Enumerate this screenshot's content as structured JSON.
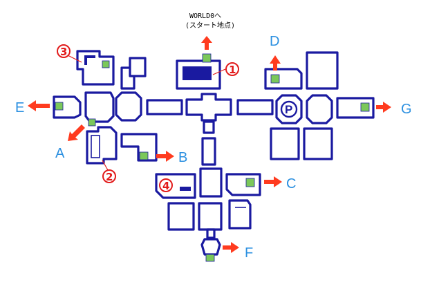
{
  "colors": {
    "wall": "#1a1aa0",
    "exit_marker": "#7bc85a",
    "arrow": "#ff3b1f",
    "exit_label": "#2a8fe0",
    "marker": "#e21b1b"
  },
  "world_exit": {
    "line1": "WORLD0へ",
    "line2": "(スタート地点)"
  },
  "exits": {
    "A": "A",
    "B": "B",
    "C": "C",
    "D": "D",
    "E": "E",
    "F": "F",
    "G": "G"
  },
  "markers": {
    "m1": "1",
    "m2": "2",
    "m3": "3",
    "m4": "4"
  },
  "icons": {
    "p_room": "P"
  }
}
